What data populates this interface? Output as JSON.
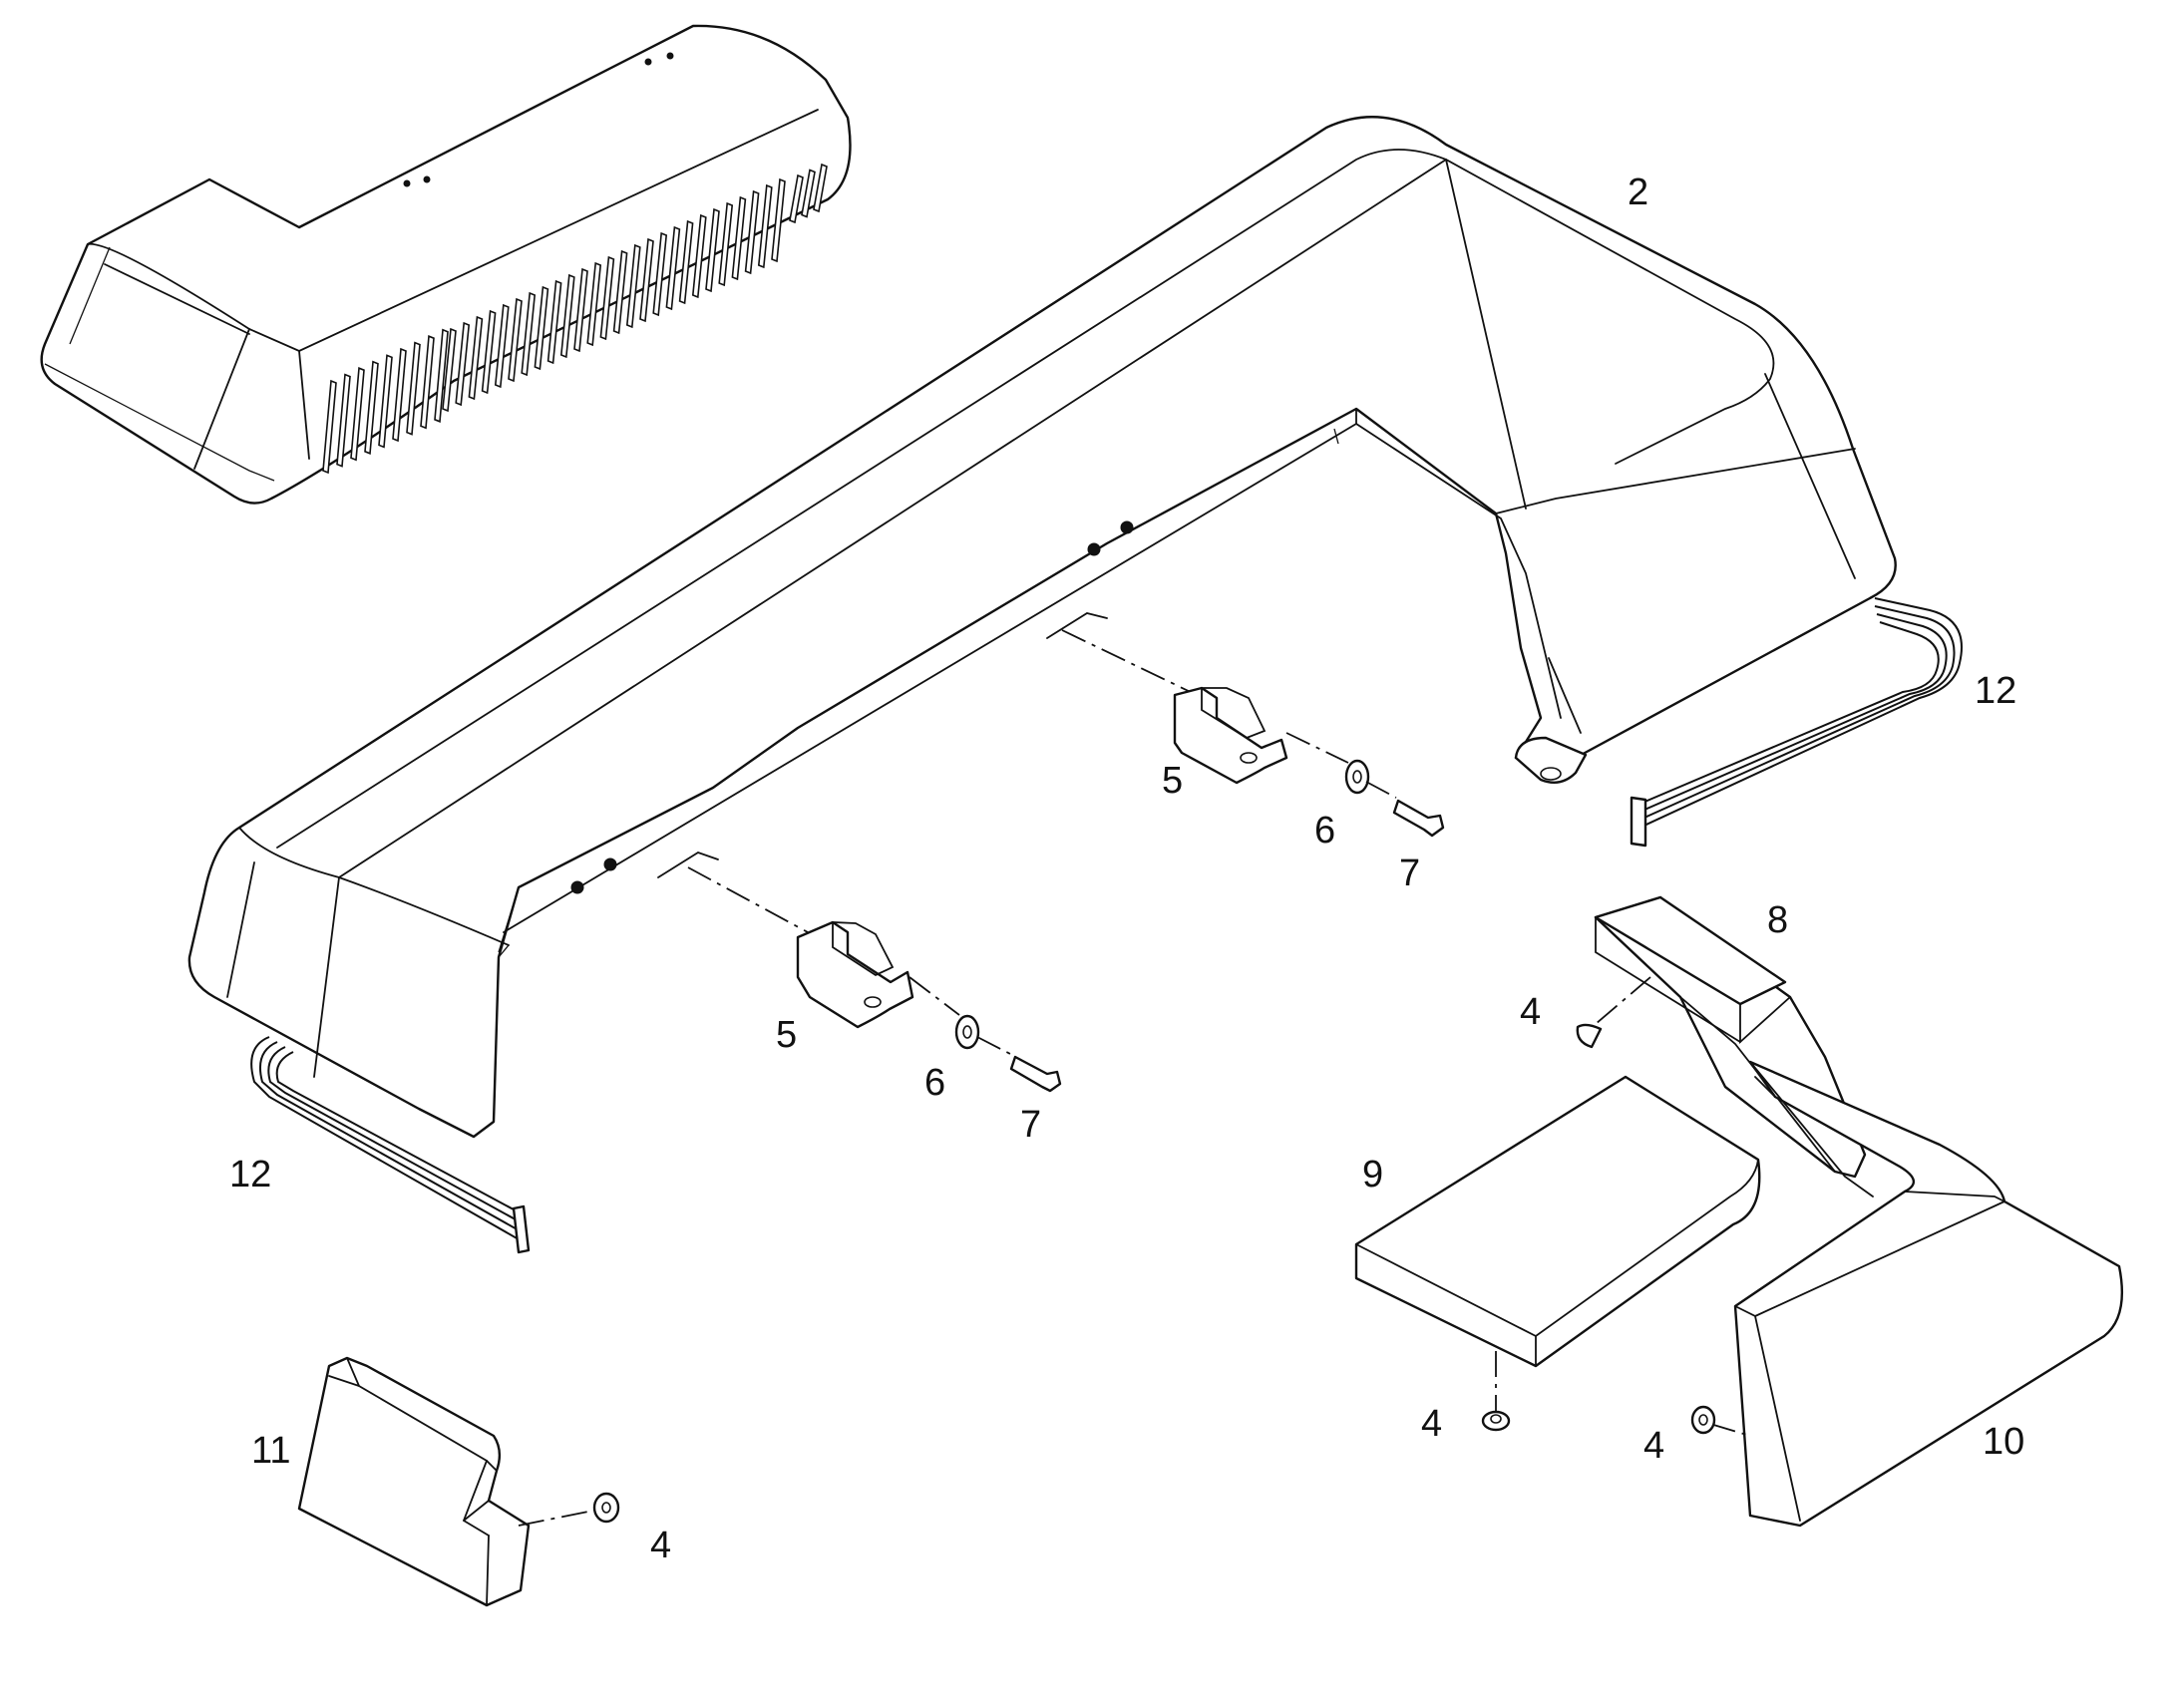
{
  "callouts": [
    {
      "id": "top-right",
      "text": "2"
    },
    {
      "id": "right-seal",
      "text": "12"
    },
    {
      "id": "upper-bracket",
      "text": "5"
    },
    {
      "id": "upper-washer",
      "text": "6"
    },
    {
      "id": "upper-screw",
      "text": "7"
    },
    {
      "id": "upper-right-cover",
      "text": "8"
    },
    {
      "id": "upper-right-clip",
      "text": "4"
    },
    {
      "id": "lower-bracket",
      "text": "5"
    },
    {
      "id": "lower-washer",
      "text": "6"
    },
    {
      "id": "lower-screw",
      "text": "7"
    },
    {
      "id": "left-seal",
      "text": "12"
    },
    {
      "id": "flat-panel",
      "text": "9"
    },
    {
      "id": "flat-panel-clip",
      "text": "4"
    },
    {
      "id": "side-panel-clip",
      "text": "4"
    },
    {
      "id": "side-panel",
      "text": "10"
    },
    {
      "id": "end-cap",
      "text": "11"
    },
    {
      "id": "end-cap-clip",
      "text": "4"
    }
  ]
}
